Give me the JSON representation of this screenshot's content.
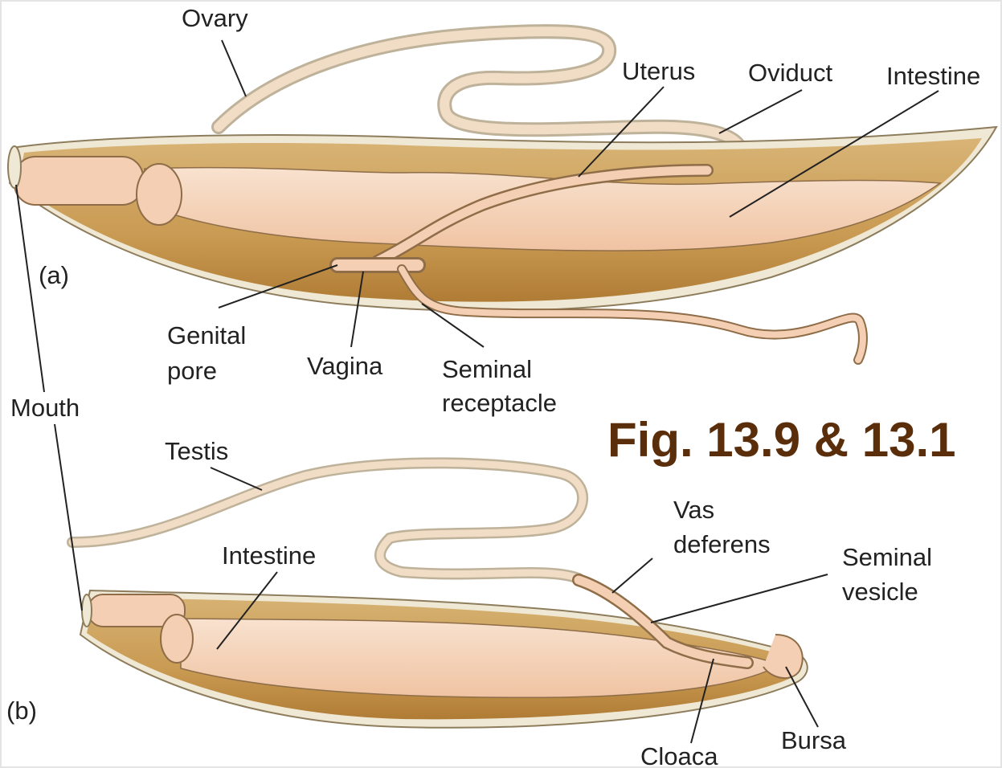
{
  "figure_title": "Fig. 13.9 & 13.1",
  "colors": {
    "body_dark": "#b8873f",
    "body_mid": "#d8b476",
    "organ": "#f4cfb3",
    "cuticle": "#efe8d4",
    "figure_title": "#5a2e0a",
    "background": "#ffffff"
  },
  "panel_a": {
    "tag": "(a)",
    "labels": {
      "ovary": "Ovary",
      "uterus": "Uterus",
      "oviduct": "Oviduct",
      "intestine": "Intestine",
      "genital_pore_1": "Genital",
      "genital_pore_2": "pore",
      "vagina": "Vagina",
      "seminal_receptacle_1": "Seminal",
      "seminal_receptacle_2": "receptacle",
      "mouth": "Mouth"
    }
  },
  "panel_b": {
    "tag": "(b)",
    "labels": {
      "testis": "Testis",
      "intestine": "Intestine",
      "vas_deferens_1": "Vas",
      "vas_deferens_2": "deferens",
      "seminal_vesicle_1": "Seminal",
      "seminal_vesicle_2": "vesicle",
      "cloaca": "Cloaca",
      "bursa": "Bursa"
    }
  }
}
